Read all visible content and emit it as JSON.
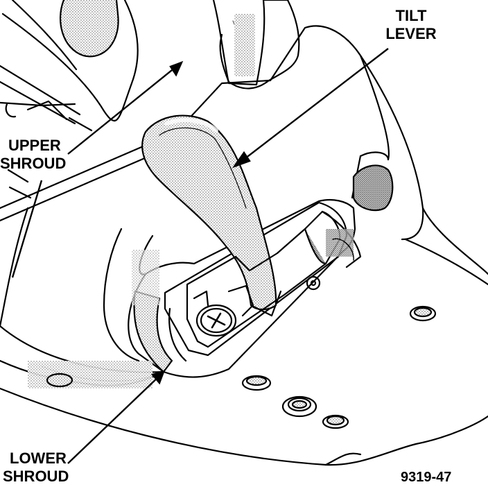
{
  "callouts": {
    "tilt_lever": {
      "line1": "TILT",
      "line2": "LEVER"
    },
    "upper_shroud": {
      "line1": "UPPER",
      "line2": "SHROUD"
    },
    "lower_shroud": {
      "line1": "LOWER",
      "line2": "SHROUD"
    }
  },
  "figure_number": "9319-47",
  "colors": {
    "ink": "#000000",
    "paper": "#ffffff",
    "shade": "#9a9a9a"
  }
}
